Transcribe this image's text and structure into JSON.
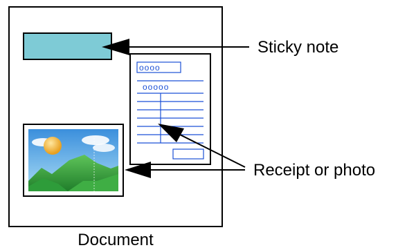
{
  "labels": {
    "sticky_note": "Sticky note",
    "receipt_or_photo": "Receipt or photo",
    "document": "Document"
  },
  "receipt": {
    "header_field": "oooo",
    "subheader_field": "ooooo"
  },
  "colors": {
    "sticky_note_fill": "#7ecbd6",
    "receipt_line": "#1a4fd6",
    "sky": "#4aa8e8",
    "cloud": "#ffffff",
    "sun": "#f2b33d",
    "hills": "#2e9c3a",
    "outline": "#000000"
  },
  "icons": {
    "arrow": "filled-triangle-arrowhead",
    "photo": "landscape-photo-icon",
    "receipt": "receipt-form-icon"
  }
}
